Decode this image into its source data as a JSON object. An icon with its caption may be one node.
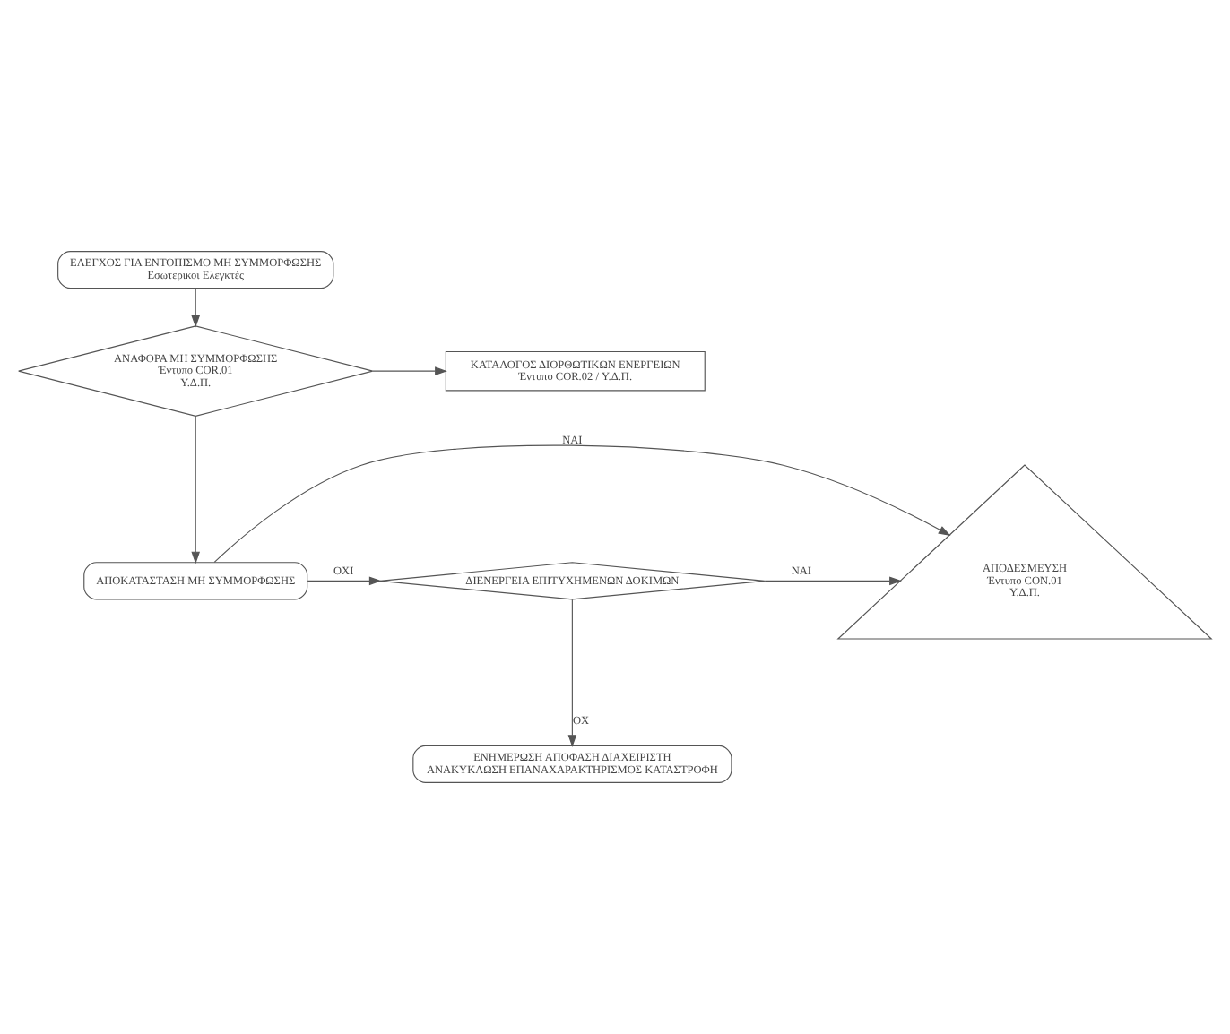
{
  "diagram": {
    "nodes": [
      {
        "text": [
          "ΕΛΕΓΧΟΣ ΓΙΑ ΕΝΤΟΠΙΣΜΟ ΜΗ ΣΥΜΜΟΡΦΩΣΗΣ",
          "Εσωτερικοι Ελεγκτές"
        ]
      },
      {
        "text": [
          "ΑΝΑΦΟΡΑ ΜΗ ΣΥΜΜΟΡΦΩΣΗΣ",
          "Έντυπο COR.01",
          "Υ.Δ.Π."
        ]
      },
      {
        "text": [
          "ΚΑΤΑΛΟΓΟΣ ΔΙΟΡΘΩΤΙΚΩΝ ΕΝΕΡΓΕΙΩΝ",
          "Έντυπο COR.02 / Υ.Δ.Π."
        ]
      },
      {
        "text": [
          "ΑΠΟΔΕΣΜΕΥΣΗ",
          "Έντυπο CON.01",
          "Υ.Δ.Π."
        ]
      },
      {
        "text": [
          "ΑΠΟΚΑΤΑΣΤΑΣΗ ΜΗ ΣΥΜΜΟΡΦΩΣΗΣ"
        ]
      },
      {
        "text": [
          "ΔΙΕΝΕΡΓΕΙΑ ΕΠΙΤΥΧΗΜΕΝΩΝ ΔΟΚΙΜΩΝ"
        ]
      },
      {
        "text": [
          "ΕΝΗΜΕΡΩΣΗ ΑΠΟΦΑΣΗ ΔΙΑΧΕΙΡΙΣΤΗ",
          "ΑΝΑΚΥΚΛΩΣΗ ΕΠΑΝΑΧΑΡΑΚΤΗΡΙΣΜΟΣ ΚΑΤΑΣΤΡΟΦΗ"
        ]
      }
    ],
    "edges": [
      {
        "from": 0,
        "to": 1,
        "arrow": "to"
      },
      {
        "from": 1,
        "to": 2,
        "arrow": "to"
      },
      {
        "from": 1,
        "to": 4,
        "arrow": "to"
      },
      {
        "from": 4,
        "to": 3,
        "arrow": "to",
        "label": "ΝΑΙ"
      },
      {
        "from": 4,
        "to": 5,
        "arrow": "to",
        "label": "ΟΧΙ"
      },
      {
        "from": 5,
        "to": 3,
        "arrow": "to",
        "label": "ΝΑΙ"
      },
      {
        "from": 5,
        "to": 6,
        "arrow": "to",
        "label": "ΟΧ"
      }
    ]
  }
}
